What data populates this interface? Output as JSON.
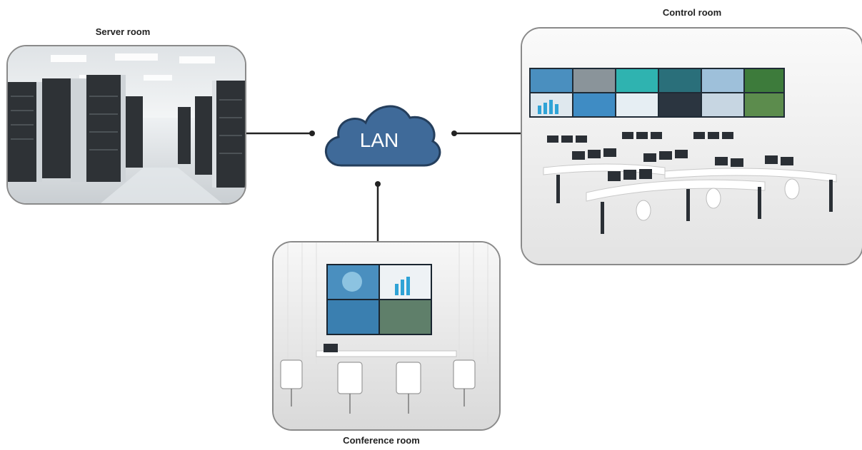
{
  "network": {
    "hub_label": "LAN",
    "hub_color": "#3f6a99",
    "line_color": "#222222"
  },
  "rooms": {
    "server": {
      "label": "Server room",
      "image": "server-room-photo"
    },
    "control": {
      "label": "Control room",
      "image": "control-room-photo"
    },
    "conference": {
      "label": "Conference room",
      "image": "conference-room-photo"
    }
  }
}
